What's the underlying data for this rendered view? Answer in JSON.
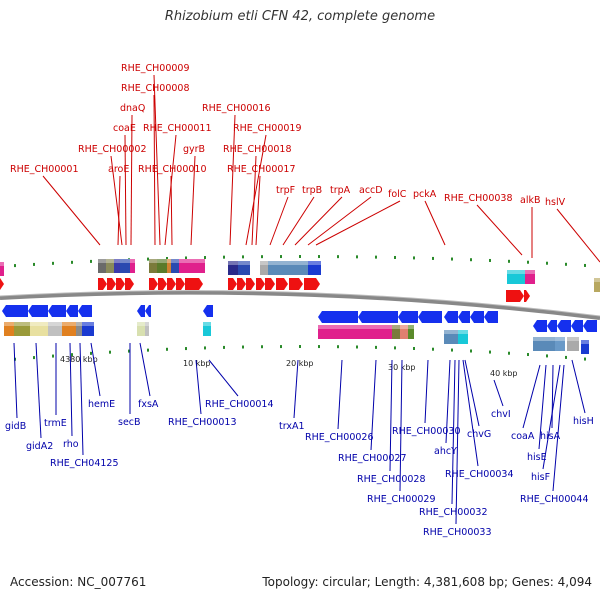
{
  "title": "Rhizobium etli CFN 42, complete genome",
  "footer": {
    "accession": "Accession: NC_007761",
    "summary": "Topology: circular; Length: 4,381,608 bp; Genes: 4,094"
  },
  "colors": {
    "forward_label": "#cc0000",
    "reverse_label": "#0000aa",
    "backbone": "#808080"
  },
  "ticks": [
    "4380 kbp",
    "10 kbp",
    "20 kbp",
    "30 kbp",
    "40 kbp"
  ],
  "forward_labels": [
    "RHE_CH00001",
    "aroE",
    "RHE_CH00002",
    "coaE",
    "dnaQ",
    "RHE_CH00008",
    "RHE_CH00009",
    "RHE_CH00011",
    "RHE_CH00010",
    "gyrB",
    "RHE_CH00016",
    "RHE_CH00019",
    "RHE_CH00018",
    "RHE_CH00017",
    "trpF",
    "trpB",
    "trpA",
    "accD",
    "folC",
    "pckA",
    "RHE_CH00038",
    "alkB",
    "hslV"
  ],
  "reverse_labels": [
    "gidB",
    "gidA2",
    "trmE",
    "rho",
    "RHE_CH04125",
    "hemE",
    "secB",
    "fxsA",
    "RHE_CH00013",
    "RHE_CH00014",
    "trxA1",
    "RHE_CH00026",
    "RHE_CH00027",
    "RHE_CH00028",
    "RHE_CH00029",
    "RHE_CH00030",
    "ahcY",
    "chvG",
    "RHE_CH00032",
    "RHE_CH00033",
    "RHE_CH00034",
    "chvI",
    "coaA",
    "hisE",
    "hisA",
    "hisF",
    "RHE_CH00044",
    "hisH"
  ]
}
